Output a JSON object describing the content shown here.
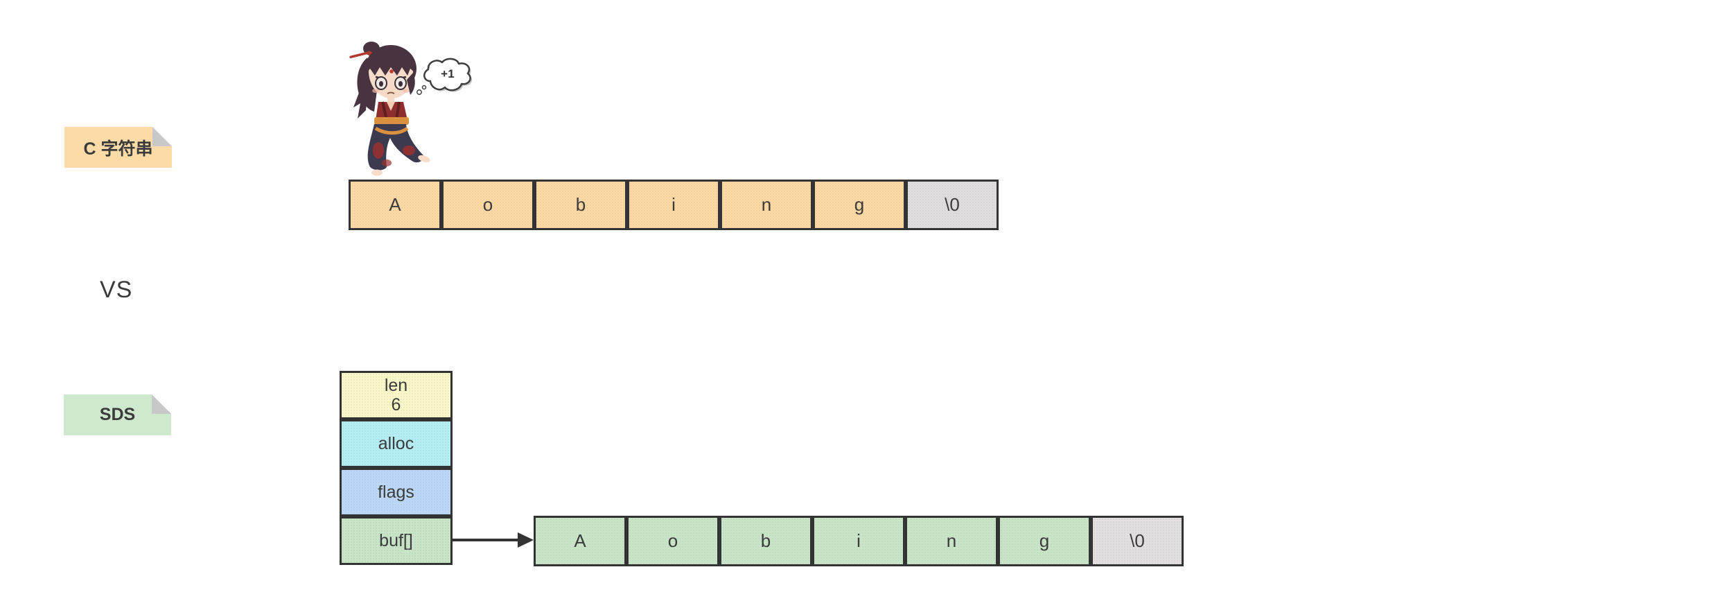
{
  "diagram": {
    "background": "#ffffff",
    "border_color": "#333333",
    "text_color": "#3b3b3b"
  },
  "c_section": {
    "note": {
      "label": "C 字符串",
      "bg": "#fbdca8",
      "fold": "#c8c8c8"
    },
    "mascot": {
      "description": "chibi-character",
      "thought_text": "+1"
    },
    "array": {
      "cell_bg": "#fbd9a4",
      "terminator_bg": "#e0ddde",
      "cells": [
        {
          "char": "A"
        },
        {
          "char": "o"
        },
        {
          "char": "b"
        },
        {
          "char": "i"
        },
        {
          "char": "n"
        },
        {
          "char": "g"
        },
        {
          "char": "\\0",
          "terminator": true
        }
      ]
    }
  },
  "versus": {
    "label": "VS"
  },
  "sds_section": {
    "note": {
      "label": "SDS",
      "bg": "#cfe9ce",
      "fold": "#c8c8c8"
    },
    "struct": {
      "fields": [
        {
          "label": "len",
          "value": "6",
          "bg": "#faf8c8"
        },
        {
          "label": "alloc",
          "value": "",
          "bg": "#b5edf4"
        },
        {
          "label": "flags",
          "value": "",
          "bg": "#bdd8f7"
        },
        {
          "label": "buf[]",
          "value": "",
          "bg": "#c9e5c8"
        }
      ]
    },
    "array": {
      "cell_bg": "#c9e5c8",
      "terminator_bg": "#e3dedf",
      "cells": [
        {
          "char": "A"
        },
        {
          "char": "o"
        },
        {
          "char": "b"
        },
        {
          "char": "i"
        },
        {
          "char": "n"
        },
        {
          "char": "g"
        },
        {
          "char": "\\0",
          "terminator": true
        }
      ]
    }
  }
}
